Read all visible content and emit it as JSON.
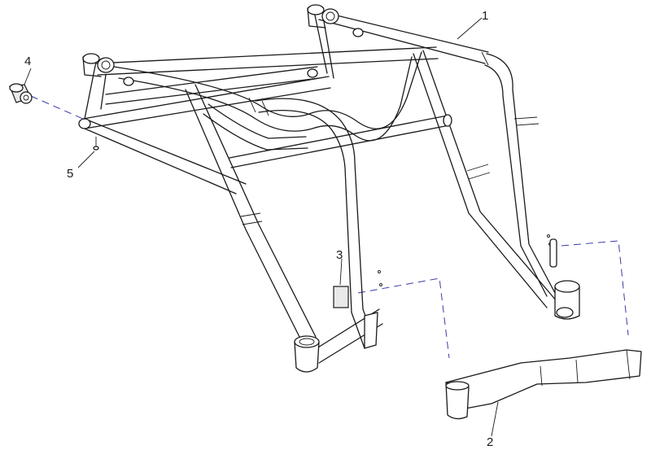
{
  "callouts": {
    "c1": "1",
    "c2": "2",
    "c3": "3",
    "c4": "4",
    "c5": "5"
  },
  "colors": {
    "line": "#1a1a1a",
    "dashed_leader": "#3a3aa8"
  }
}
